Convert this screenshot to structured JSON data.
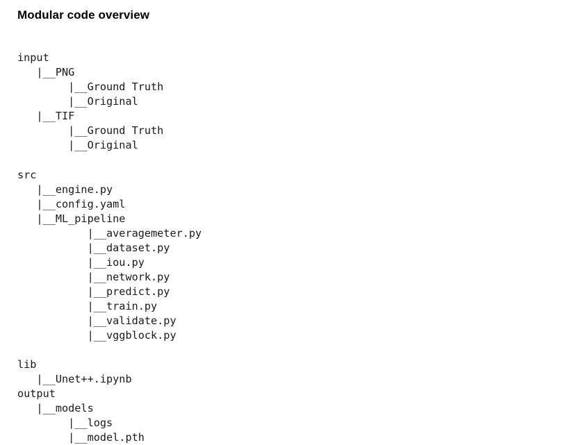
{
  "document": {
    "title": "Modular code overview"
  },
  "tree": {
    "root_names": [
      "input",
      "src",
      "lib",
      "output"
    ],
    "branch_prefix": "|__",
    "lines": [
      "input",
      "   |__PNG",
      "        |__Ground Truth",
      "        |__Original",
      "   |__TIF",
      "        |__Ground Truth",
      "        |__Original",
      "",
      "src",
      "   |__engine.py",
      "   |__config.yaml",
      "   |__ML_pipeline",
      "           |__averagemeter.py",
      "           |__dataset.py",
      "           |__iou.py",
      "           |__network.py",
      "           |__predict.py",
      "           |__train.py",
      "           |__validate.py",
      "           |__vggblock.py",
      "",
      "lib",
      "   |__Unet++.ipynb",
      "output",
      "   |__models",
      "        |__logs",
      "        |__model.pth"
    ],
    "entries": [
      {
        "name": "input",
        "depth": 0,
        "kind": "folder"
      },
      {
        "name": "PNG",
        "depth": 1,
        "kind": "folder"
      },
      {
        "name": "Ground Truth",
        "depth": 2,
        "kind": "folder"
      },
      {
        "name": "Original",
        "depth": 2,
        "kind": "folder"
      },
      {
        "name": "TIF",
        "depth": 1,
        "kind": "folder"
      },
      {
        "name": "Ground Truth",
        "depth": 2,
        "kind": "folder"
      },
      {
        "name": "Original",
        "depth": 2,
        "kind": "folder"
      },
      {
        "name": "src",
        "depth": 0,
        "kind": "folder"
      },
      {
        "name": "engine.py",
        "depth": 1,
        "kind": "file"
      },
      {
        "name": "config.yaml",
        "depth": 1,
        "kind": "file"
      },
      {
        "name": "ML_pipeline",
        "depth": 1,
        "kind": "folder"
      },
      {
        "name": "averagemeter.py",
        "depth": 2,
        "kind": "file"
      },
      {
        "name": "dataset.py",
        "depth": 2,
        "kind": "file"
      },
      {
        "name": "iou.py",
        "depth": 2,
        "kind": "file"
      },
      {
        "name": "network.py",
        "depth": 2,
        "kind": "file"
      },
      {
        "name": "predict.py",
        "depth": 2,
        "kind": "file"
      },
      {
        "name": "train.py",
        "depth": 2,
        "kind": "file"
      },
      {
        "name": "validate.py",
        "depth": 2,
        "kind": "file"
      },
      {
        "name": "vggblock.py",
        "depth": 2,
        "kind": "file"
      },
      {
        "name": "lib",
        "depth": 0,
        "kind": "folder"
      },
      {
        "name": "Unet++.ipynb",
        "depth": 1,
        "kind": "file"
      },
      {
        "name": "output",
        "depth": 0,
        "kind": "folder"
      },
      {
        "name": "models",
        "depth": 1,
        "kind": "folder"
      },
      {
        "name": "logs",
        "depth": 2,
        "kind": "folder"
      },
      {
        "name": "model.pth",
        "depth": 2,
        "kind": "file"
      }
    ]
  },
  "colors": {
    "background": "#ffffff",
    "title_text": "#000000",
    "tree_text": "#1a1a1a"
  }
}
